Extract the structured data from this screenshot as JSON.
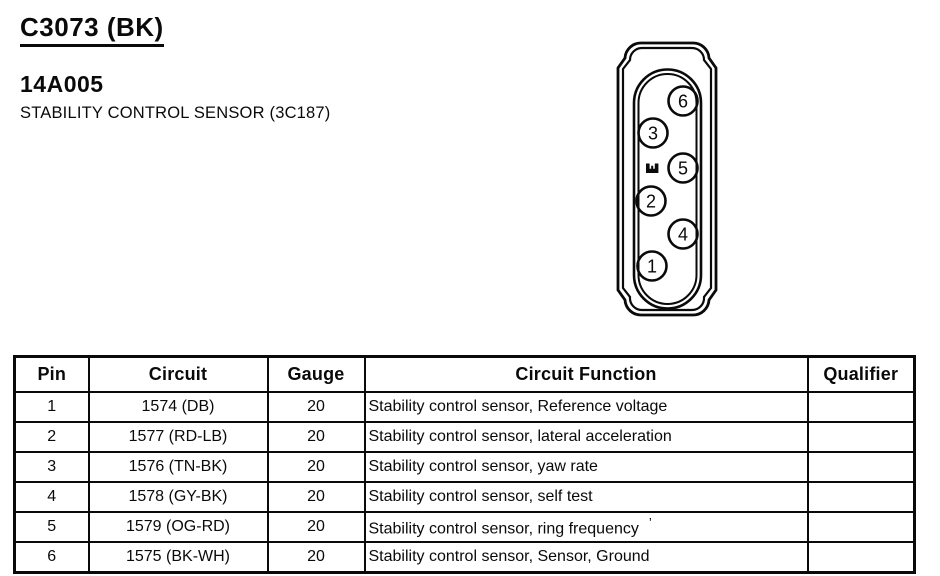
{
  "page": {
    "connector_id": "C3073 (BK)",
    "part_number": "14A005",
    "description": "STABILITY CONTROL SENSOR (3C187)"
  },
  "connector": {
    "pins_in_drawing_order": [
      "6",
      "3",
      "5",
      "2",
      "4",
      "1"
    ],
    "key_symbol": "keyway-mark"
  },
  "table": {
    "headers": [
      "Pin",
      "Circuit",
      "Gauge",
      "Circuit Function",
      "Qualifier"
    ],
    "rows": [
      {
        "pin": "1",
        "circuit": "1574 (DB)",
        "gauge": "20",
        "function": "Stability control sensor, Reference voltage",
        "qualifier": ""
      },
      {
        "pin": "2",
        "circuit": "1577 (RD-LB)",
        "gauge": "20",
        "function": "Stability control sensor, lateral acceleration",
        "qualifier": ""
      },
      {
        "pin": "3",
        "circuit": "1576 (TN-BK)",
        "gauge": "20",
        "function": "Stability control sensor, yaw rate",
        "qualifier": ""
      },
      {
        "pin": "4",
        "circuit": "1578 (GY-BK)",
        "gauge": "20",
        "function": "Stability control sensor, self test",
        "qualifier": ""
      },
      {
        "pin": "5",
        "circuit": "1579 (OG-RD)",
        "gauge": "20",
        "function": "Stability control sensor, ring frequency",
        "function_mark": "’",
        "qualifier": ""
      },
      {
        "pin": "6",
        "circuit": "1575 (BK-WH)",
        "gauge": "20",
        "function": "Stability control sensor, Sensor, Ground",
        "qualifier": ""
      }
    ]
  }
}
